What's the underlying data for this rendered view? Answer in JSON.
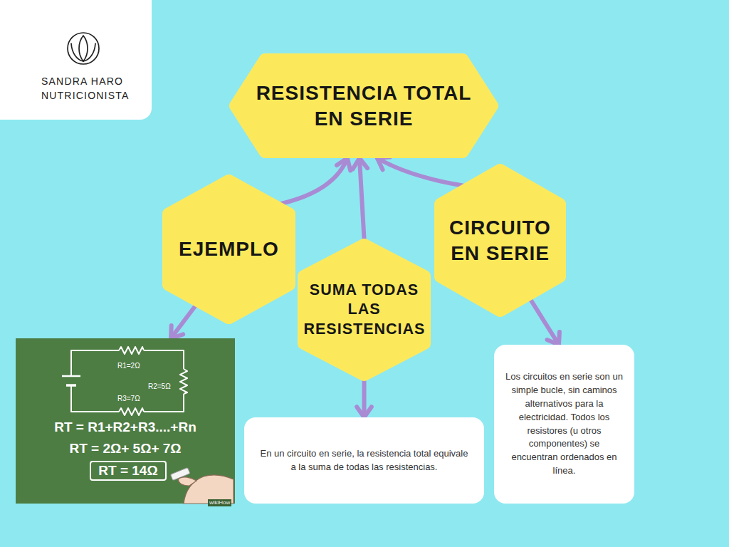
{
  "diagram": {
    "nodes": [
      {
        "text": [
          "SANDRA HARO NUTRICIONISTA"
        ]
      },
      {
        "text": [
          "RESISTENCIA TOTAL EN SERIE"
        ]
      },
      {
        "text": [
          "EJEMPLO"
        ]
      },
      {
        "text": [
          "SUMA TODAS LAS RESISTENCIAS"
        ]
      },
      {
        "text": [
          "CIRCUITO EN SERIE"
        ]
      },
      {
        "text": [
          "R1=2Ω",
          "R2=5Ω",
          "R3=7Ω",
          "RT = R1+R2+R3....+Rn",
          "RT = 2Ω+ 5Ω+ 7Ω",
          "RT = 14Ω",
          "wikiHow"
        ]
      },
      {
        "text": [
          "En un circuito en serie, la resistencia total equivale a la suma de todas las resistencias."
        ]
      },
      {
        "text": [
          "Los circuitos en serie son un simple bucle, sin caminos alternativos para la electricidad. Todos los resistores (u otros componentes) se encuentran ordenados en línea."
        ]
      }
    ],
    "edges": [
      {
        "from": 2,
        "to": 1,
        "arrow": "to"
      },
      {
        "from": 3,
        "to": 1,
        "arrow": "to"
      },
      {
        "from": 4,
        "to": 1,
        "arrow": "to"
      },
      {
        "from": 2,
        "to": 5,
        "arrow": "to"
      },
      {
        "from": 3,
        "to": 6,
        "arrow": "to"
      },
      {
        "from": 4,
        "to": 7,
        "arrow": "to"
      }
    ]
  }
}
